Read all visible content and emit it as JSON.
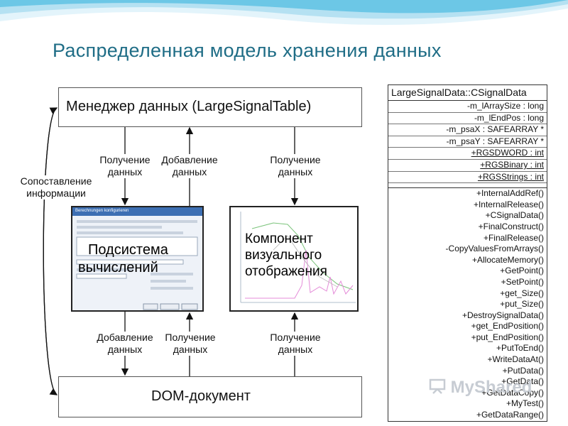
{
  "title": "Распределенная модель хранения данных",
  "manager_box": "Менеджер данных (LargeSignalTable)",
  "dom_box": "DOM-документ",
  "subsystem_box": {
    "line1": "Подсистема",
    "line2": "вычислений"
  },
  "component_box": {
    "line1": "Компонент",
    "line2": "визуального",
    "line3": "отображения"
  },
  "labels": {
    "compare": {
      "line1": "Сопоставление",
      "line2": "информации"
    },
    "get_top_left": {
      "line1": "Получение",
      "line2": "данных"
    },
    "add_top": {
      "line1": "Добавление",
      "line2": "данных"
    },
    "get_top_right": {
      "line1": "Получение",
      "line2": "данных"
    },
    "add_bottom": {
      "line1": "Добавление",
      "line2": "данных"
    },
    "get_bottom_mid": {
      "line1": "Получение",
      "line2": "данных"
    },
    "get_bottom_right": {
      "line1": "Получение",
      "line2": "данных"
    }
  },
  "class_box": {
    "name": "LargeSignalData::CSignalData",
    "attributes": [
      "-m_lArraySize : long",
      "-m_lEndPos : long",
      "-m_psaX : SAFEARRAY *",
      "-m_psaY : SAFEARRAY *",
      "+RGSDWORD : int",
      "+RGSBinary : int",
      "+RGSStrings : int"
    ],
    "methods": [
      "+InternalAddRef()",
      "+InternalRelease()",
      "+CSignalData()",
      "+FinalConstruct()",
      "+FinalRelease()",
      "-CopyValuesFromArrays()",
      "+AllocateMemory()",
      "+GetPoint()",
      "+SetPoint()",
      "+get_Size()",
      "+put_Size()",
      "+DestroySignalData()",
      "+get_EndPosition()",
      "+put_EndPosition()",
      "+PutToEnd()",
      "+WriteDataAt()",
      "+PutData()",
      "+GetData()",
      "+GetDataCopy()",
      "+MyTest()",
      "+GetDataRange()"
    ]
  },
  "dialog_title": "Berechnungen konfigurieren",
  "watermark": "MyShared",
  "colors": {
    "title": "#1f6d86",
    "wave_light": "#d4eef8",
    "wave_dark": "#6cc7e6",
    "dialog_bar": "#3d6fb3"
  }
}
